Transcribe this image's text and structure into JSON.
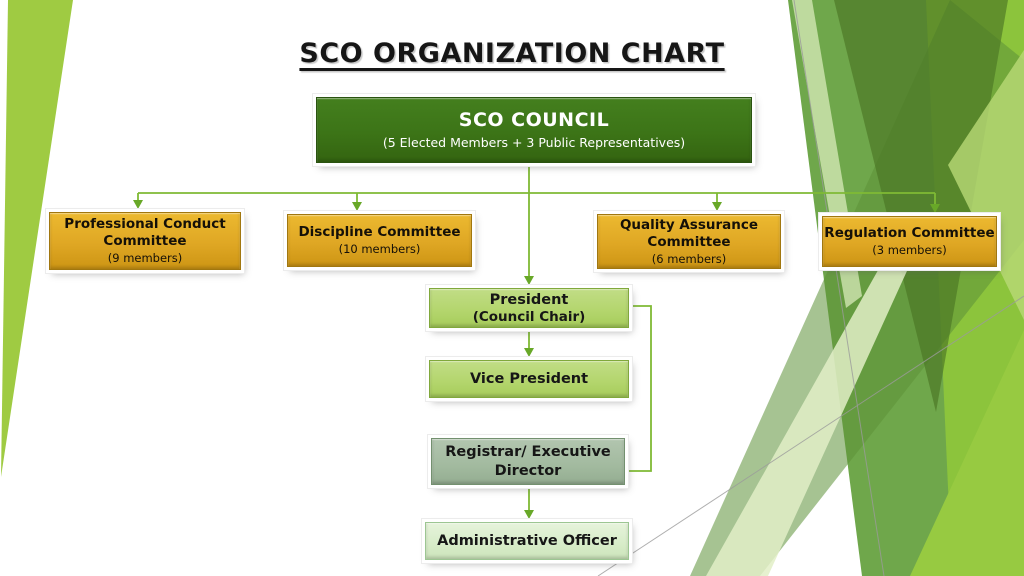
{
  "slide": {
    "title": "SCO ORGANIZATION CHART",
    "nodes": {
      "council": {
        "label": "SCO COUNCIL",
        "sublabel": "(5 Elected Members + 3 Public Representatives)"
      },
      "committees": [
        {
          "id": "professional-conduct-committee",
          "label": "Professional Conduct Committee",
          "sublabel": "(9 members)"
        },
        {
          "id": "discipline-committee",
          "label": "Discipline Committee",
          "sublabel": "(10 members)"
        },
        {
          "id": "quality-assurance-committee",
          "label": "Quality Assurance Committee",
          "sublabel": "(6 members)"
        },
        {
          "id": "regulation-committee",
          "label": "Regulation Committee",
          "sublabel": "(3 members)"
        }
      ],
      "president": {
        "label": "President",
        "sublabel": "(Council Chair)"
      },
      "vice_president": {
        "label": "Vice President"
      },
      "registrar": {
        "label": "Registrar/ Executive Director"
      },
      "admin_officer": {
        "label": "Administrative Officer"
      }
    },
    "edges": [
      "council -> professional-conduct-committee",
      "council -> discipline-committee",
      "council -> quality-assurance-committee",
      "council -> regulation-committee",
      "council -> president",
      "president -> vice_president",
      "president -> registrar (elbow, right side)",
      "registrar -> admin_officer"
    ],
    "colors": {
      "council_fill": "#3c7417",
      "committee_fill": "#dfa724",
      "president_fill": "#b3d56c",
      "registrar_fill": "#a2ba9f",
      "admin_fill": "#d7ecc8",
      "connector": "#7fba34",
      "decoration_bright_green": "#8cc43c",
      "decoration_medium_green": "#6fa74b",
      "decoration_dark_green": "#4a7524",
      "decoration_pale_green": "#dff0c2",
      "title_color": "#161616"
    }
  }
}
